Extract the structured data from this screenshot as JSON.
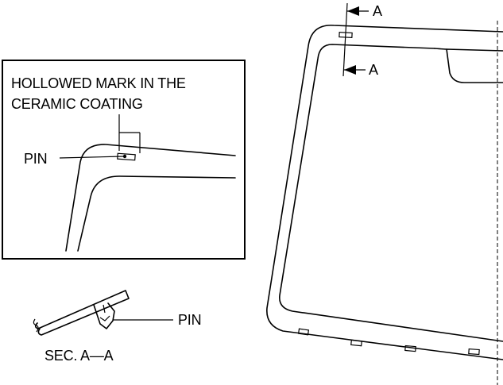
{
  "labels": {
    "hollowed_mark_line1": "HOLLOWED MARK IN THE",
    "hollowed_mark_line2": "CERAMIC COATING",
    "pin_detail": "PIN",
    "pin_section": "PIN",
    "section_caption": "SEC. A—A",
    "section_marker_top": "A",
    "section_marker_bottom": "A"
  }
}
